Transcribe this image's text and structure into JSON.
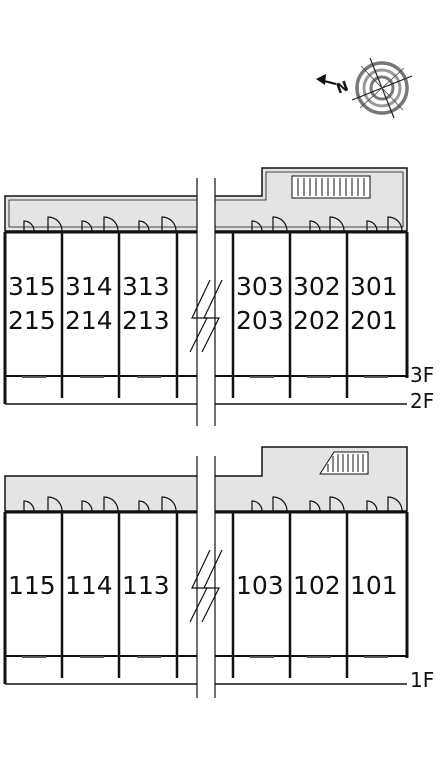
{
  "compass": {
    "label": "N",
    "icon": "compass-rose-icon"
  },
  "floors_upper": {
    "units_left_top": [
      "315",
      "314",
      "313"
    ],
    "units_left_bottom": [
      "215",
      "214",
      "213"
    ],
    "units_right_top": [
      "303",
      "302",
      "301"
    ],
    "units_right_bottom": [
      "203",
      "202",
      "201"
    ],
    "level_labels": [
      "3F",
      "2F"
    ]
  },
  "floor_lower": {
    "units_left": [
      "115",
      "114",
      "113"
    ],
    "units_right": [
      "103",
      "102",
      "101"
    ],
    "level_label": "1F"
  },
  "colors": {
    "corridor": "#e4e4e4",
    "wall": "#111111",
    "balcony": "#888888"
  }
}
